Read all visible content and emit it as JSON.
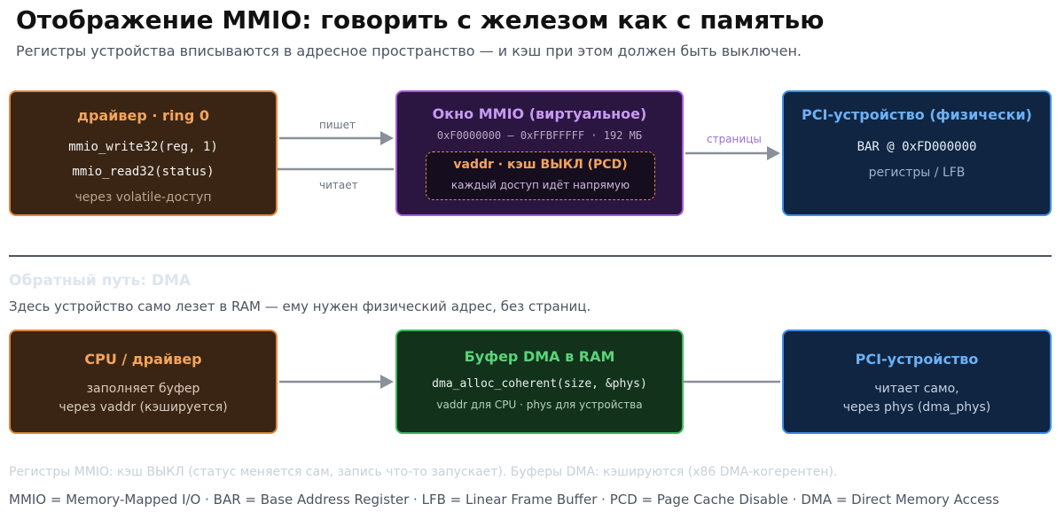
{
  "header": {
    "title": "Отображение MMIO: говорить с железом как с памятью",
    "subtitle": "Регистры устройства вписываются в адресное пространство — и кэш при этом должен быть выключен."
  },
  "top_row": {
    "driver": {
      "title": "драйвер · ring 0",
      "line1": "mmio_write32(reg, 1)",
      "line2": "mmio_read32(status)",
      "note": "через volatile-доступ"
    },
    "mmio_window": {
      "title": "Окно MMIO (виртуальное)",
      "range": "0xF0000000 – 0xFFBFFFFF · 192 МБ",
      "inner_title": "vaddr · кэш ВЫКЛ (PCD)",
      "inner_note": "каждый доступ идёт напрямую"
    },
    "pci_device": {
      "title": "PCI-устройство (физически)",
      "bar": "BAR @ 0xFD000000",
      "note": "регистры / LFB"
    },
    "edges": {
      "writes": "пишет",
      "reads": "читает",
      "pages": "страницы"
    }
  },
  "section2": {
    "title": "Обратный путь: DMA",
    "subtitle": "Здесь устройство само лезет в RAM — ему нужен физический адрес, без страниц."
  },
  "bottom_row": {
    "cpu": {
      "title": "CPU / драйвер",
      "line1": "заполняет буфер",
      "line2": "через vaddr (кэшируется)"
    },
    "dma_buffer": {
      "title": "Буфер DMA в RAM",
      "code": "dma_alloc_coherent(size, &phys)",
      "note": "vaddr для CPU · phys для устройства"
    },
    "pci_device": {
      "title": "PCI-устройство",
      "line1": "читает само,",
      "line2": "через phys (dma_phys)"
    }
  },
  "footer": {
    "note": "Регистры MMIO: кэш ВЫКЛ (статус меняется сам, запись что-то запускает). Буферы DMA: кэшируются (x86 DMA-когерентен).",
    "legend": "MMIO = Memory-Mapped I/O · BAR = Base Address Register · LFB = Linear Frame Buffer · PCD = Page Cache Disable · DMA = Direct Memory Access"
  },
  "colors": {
    "orange": "#e08a3c",
    "purple": "#a35ce0",
    "blue": "#3d8fe8",
    "green": "#3fb95a",
    "arrow": "#8a9099"
  }
}
